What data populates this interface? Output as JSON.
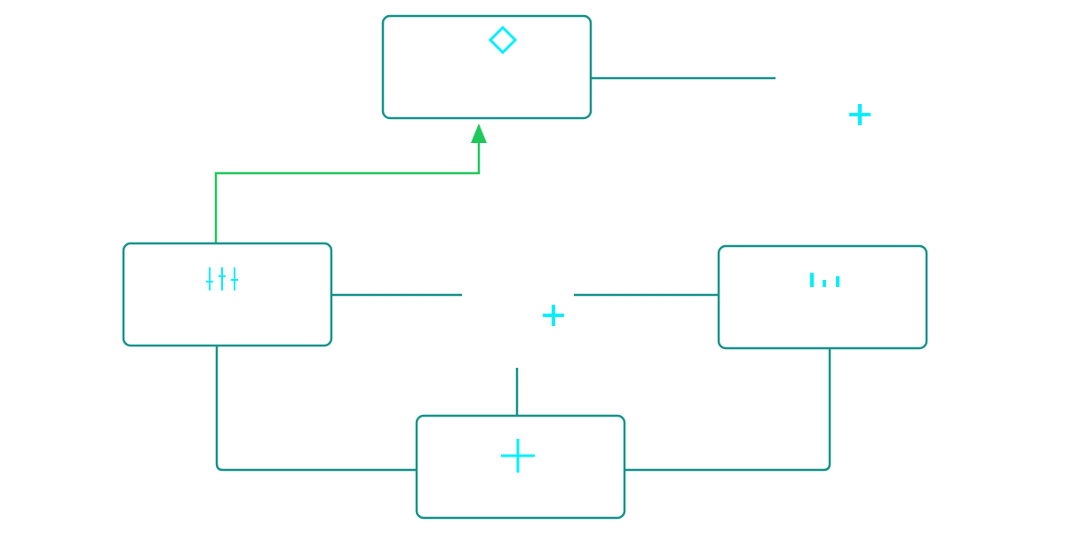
{
  "colors": {
    "background": "#ffffff",
    "node_border": "#15928a",
    "connector": "#15928a",
    "icon": "#00f0ff",
    "arrow": "#1ec85a"
  },
  "nodes": [
    {
      "id": "top",
      "icon": "diamond-icon"
    },
    {
      "id": "left",
      "icon": "sliders-icon"
    },
    {
      "id": "right",
      "icon": "bar-chart-icon"
    },
    {
      "id": "bottom",
      "icon": "plus-icon"
    }
  ],
  "markers": [
    {
      "id": "junction-top-right",
      "icon": "plus-icon"
    },
    {
      "id": "junction-center",
      "icon": "plus-icon"
    }
  ],
  "edges": [
    {
      "from": "left",
      "to": "top",
      "style": "arrow"
    },
    {
      "from": "top",
      "to": "junction-top-right",
      "style": "line"
    },
    {
      "from": "left",
      "to": "junction-center",
      "style": "line"
    },
    {
      "from": "junction-center",
      "to": "right",
      "style": "line"
    },
    {
      "from": "junction-center",
      "to": "bottom",
      "style": "line"
    },
    {
      "from": "left",
      "to": "bottom",
      "style": "line"
    },
    {
      "from": "right",
      "to": "bottom",
      "style": "line"
    }
  ]
}
